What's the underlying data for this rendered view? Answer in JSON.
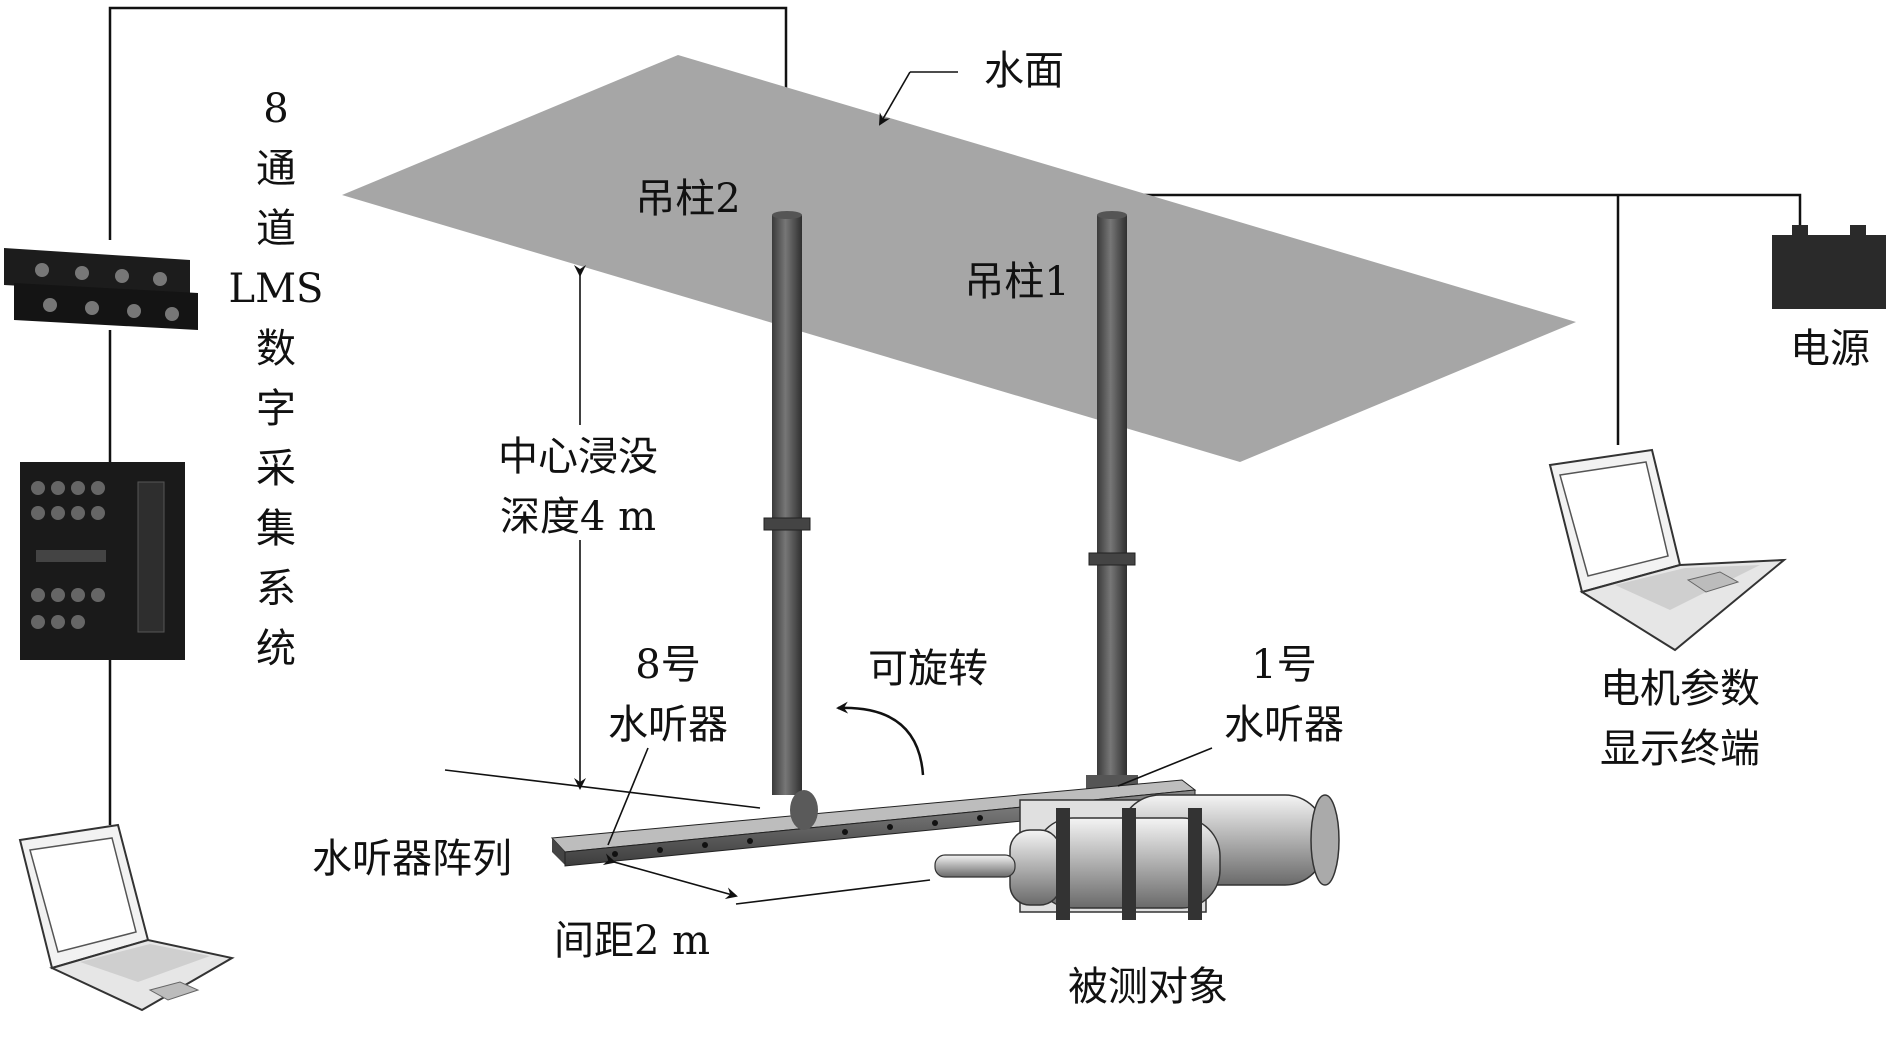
{
  "labels": {
    "water_surface": "水面",
    "column_1": "吊柱1",
    "column_2": "吊柱2",
    "power": "电源",
    "motor_display": [
      "电机参数",
      "显示终端"
    ],
    "lms_system": [
      "8",
      "通",
      "道",
      "LMS",
      "数",
      "字",
      "采",
      "集",
      "系",
      "统"
    ],
    "immersion_depth": [
      "中心浸没",
      "深度4 m"
    ],
    "hydrophone_8": [
      "8号",
      "水听器"
    ],
    "hydrophone_1": [
      "1号",
      "水听器"
    ],
    "rotatable": "可旋转",
    "hydrophone_array": "水听器阵列",
    "spacing": "间距2 m",
    "test_object": "被测对象"
  },
  "colors": {
    "water_plane": "#a6a6a6",
    "column": "#4d4d4d",
    "equipment": "#1f1f1f",
    "laptop": "#f2f2f2"
  }
}
